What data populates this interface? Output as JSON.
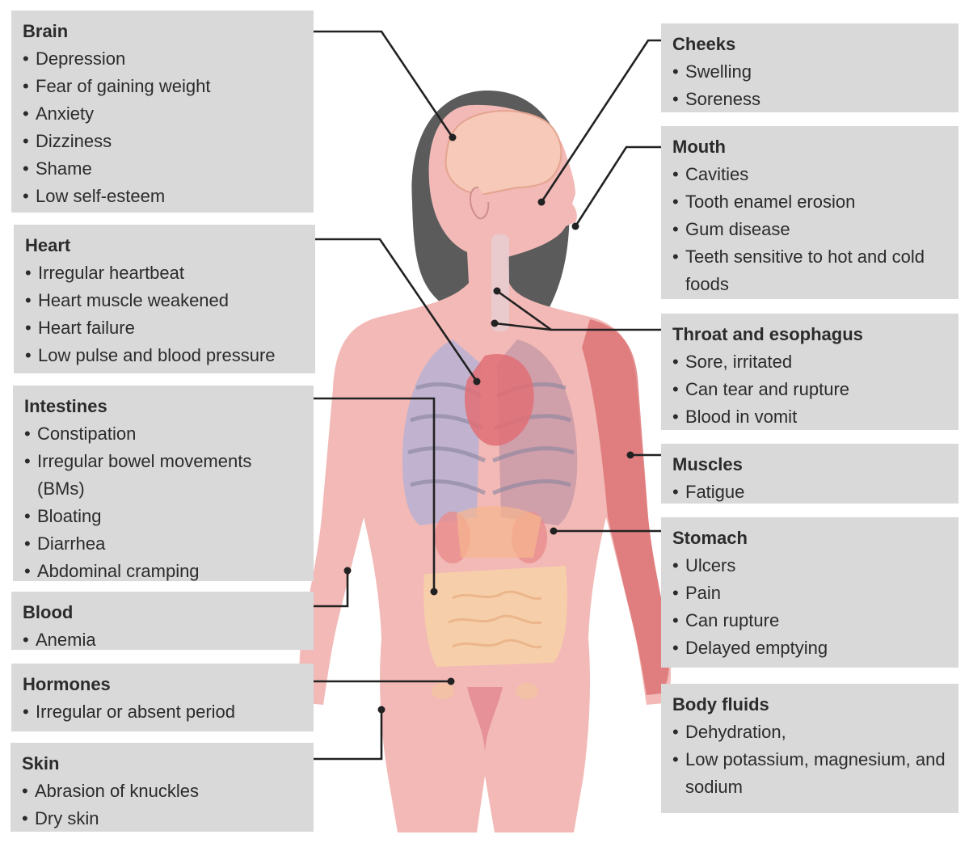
{
  "boxes": {
    "brain": {
      "title": "Brain",
      "items": [
        "Depression",
        "Fear of gaining weight",
        "Anxiety",
        "Dizziness",
        "Shame",
        "Low self-esteem"
      ]
    },
    "heart": {
      "title": "Heart",
      "items": [
        "Irregular heartbeat",
        "Heart muscle weakened",
        "Heart failure",
        "Low pulse and blood pressure"
      ]
    },
    "intestines": {
      "title": "Intestines",
      "items": [
        "Constipation",
        "Irregular bowel movements (BMs)",
        "Bloating",
        "Diarrhea",
        "Abdominal cramping"
      ]
    },
    "blood": {
      "title": "Blood",
      "items": [
        "Anemia"
      ]
    },
    "hormones": {
      "title": "Hormones",
      "items": [
        "Irregular or absent period"
      ]
    },
    "skin": {
      "title": "Skin",
      "items": [
        "Abrasion of knuckles",
        "Dry skin"
      ]
    },
    "cheeks": {
      "title": "Cheeks",
      "items": [
        "Swelling",
        "Soreness"
      ]
    },
    "mouth": {
      "title": "Mouth",
      "items": [
        "Cavities",
        "Tooth enamel erosion",
        "Gum disease",
        "Teeth sensitive to hot and cold foods"
      ]
    },
    "throat": {
      "title": "Throat and esophagus",
      "items": [
        "Sore, irritated",
        "Can tear and rupture",
        "Blood in vomit"
      ]
    },
    "muscles": {
      "title": "Muscles",
      "items": [
        "Fatigue"
      ]
    },
    "stomach": {
      "title": "Stomach",
      "items": [
        "Ulcers",
        "Pain",
        "Can rupture",
        "Delayed emptying"
      ]
    },
    "fluids": {
      "title": "Body fluids",
      "items": [
        "Dehydration,",
        "Low potassium, magnesium, and sodium"
      ]
    }
  },
  "colors": {
    "panel": "#d9d9d9",
    "line": "#222222",
    "skin": "#f2b8b5",
    "hair": "#5a5a5a"
  }
}
